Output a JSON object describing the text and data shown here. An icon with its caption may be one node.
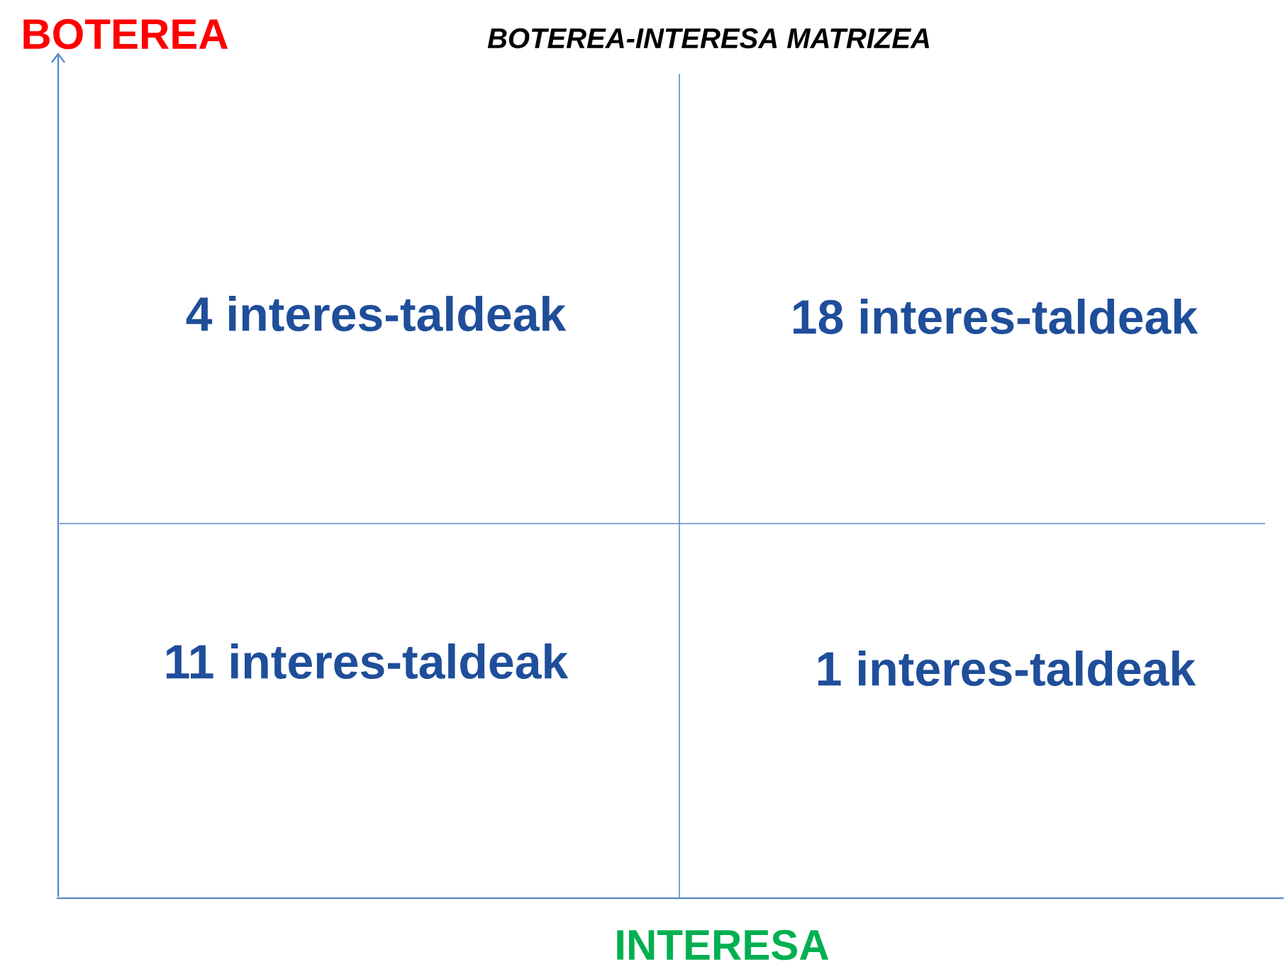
{
  "diagram": {
    "title": "BOTEREA-INTERESA MATRIZEA",
    "labels": [
      "BOTEREA",
      "4 interes-taldeak",
      "18 interes-taldeak",
      "11 interes-taldeak",
      "1 interes-taldeak",
      "INTERESA"
    ]
  }
}
